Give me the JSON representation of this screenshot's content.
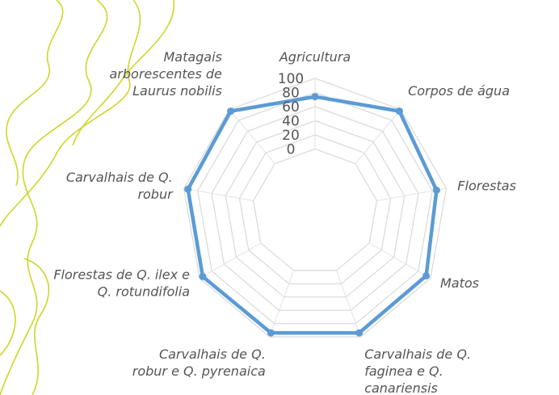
{
  "chart_data": {
    "type": "radar",
    "categories": [
      "Agricultura",
      "Corpos de água",
      "Florestas",
      "Matos",
      "Carvalhais de Q. faginea e Q. canariensis",
      "Carvalhais de Q. robur e Q. pyrenaica",
      "Florestas de Q. ilex e Q. rotundifolia",
      "Carvalhais de Q. robur",
      "Matagais arborescentes de Laurus nobilis"
    ],
    "category_lines": [
      [
        "Agricultura"
      ],
      [
        "Corpos de água"
      ],
      [
        "Florestas"
      ],
      [
        "Matos"
      ],
      [
        "Carvalhais de Q.",
        "faginea e Q.",
        "canariensis"
      ],
      [
        "Carvalhais de Q.",
        "robur e Q. pyrenaica"
      ],
      [
        "Florestas de Q. ilex e",
        "Q. rotundifolia"
      ],
      [
        "Carvalhais de Q.",
        "robur"
      ],
      [
        "Matagais",
        "arborescentes de",
        "Laurus nobilis"
      ]
    ],
    "series": [
      {
        "values": [
          74,
          97,
          86,
          93,
          94,
          94,
          95,
          94,
          97
        ]
      }
    ],
    "rmin": 0,
    "rmax": 100,
    "ticks": [
      "0",
      "20",
      "40",
      "60",
      "80",
      "100"
    ],
    "grid": true,
    "series_color": "#5b9bd5",
    "grid_color": "#d9d9d9",
    "decoration_color": "#cfd52a"
  }
}
